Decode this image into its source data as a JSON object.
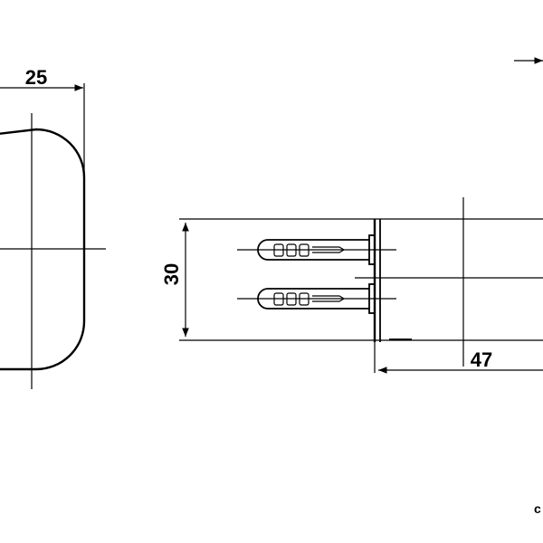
{
  "dimensions": {
    "width": "25",
    "height": "30",
    "depth": "47"
  },
  "corner_mark": "c",
  "colors": {
    "line": "#000000",
    "background": "#ffffff"
  }
}
